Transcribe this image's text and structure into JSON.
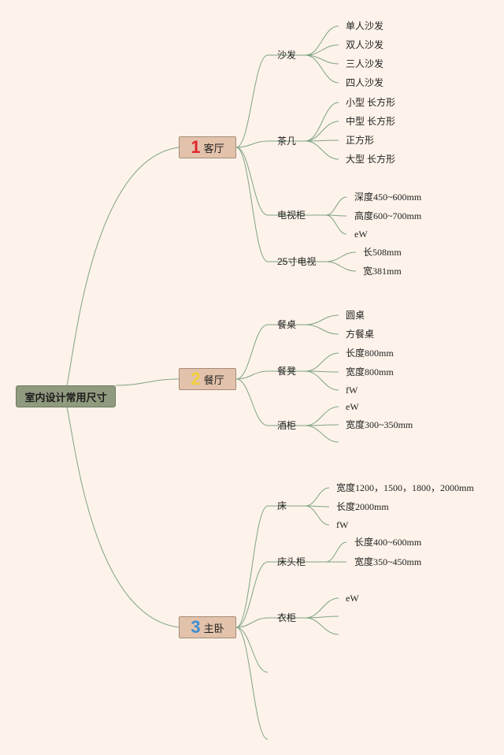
{
  "root": "室内设计常用尺寸",
  "colors": {
    "line": "#7fa383",
    "num1": "#e0262e",
    "num2": "#f2cf3a",
    "num3": "#3e8fd1"
  },
  "topics": [
    {
      "num": "1",
      "label": "客厅",
      "subs": [
        {
          "label": "沙发",
          "leaves": [
            "单人沙发",
            "双人沙发",
            "三人沙发",
            "四人沙发"
          ]
        },
        {
          "label": "茶几",
          "leaves": [
            "小型 长方形",
            "中型 长方形",
            "正方形",
            "大型 长方形"
          ]
        },
        {
          "label": "电视柜",
          "leaves": [
            "深度450~600mm",
            "高度600~700mm",
            "eW"
          ]
        },
        {
          "label": "25寸电视",
          "leaves": [
            "长508mm",
            "宽381mm"
          ]
        }
      ]
    },
    {
      "num": "2",
      "label": "餐厅",
      "subs": [
        {
          "label": "餐桌",
          "leaves": [
            "圆桌",
            "方餐桌"
          ]
        },
        {
          "label": "餐凳",
          "leaves": [
            "长度800mm",
            "宽度800mm",
            "fW"
          ]
        },
        {
          "label": "酒柜",
          "leaves": [
            "eW",
            "宽度300~350mm",
            ""
          ]
        }
      ]
    },
    {
      "num": "3",
      "label": "主卧",
      "subs": [
        {
          "label": "床",
          "leaves": [
            "宽度1200，1500，1800，2000mm",
            "长度2000mm",
            "fW"
          ]
        },
        {
          "label": "床头柜",
          "leaves": [
            "长度400~600mm",
            "宽度350~450mm"
          ]
        },
        {
          "label": "衣柜",
          "leaves": [
            "eW",
            "",
            ""
          ]
        },
        {
          "label": "",
          "leaves": []
        },
        {
          "label": "",
          "leaves": []
        }
      ]
    }
  ]
}
